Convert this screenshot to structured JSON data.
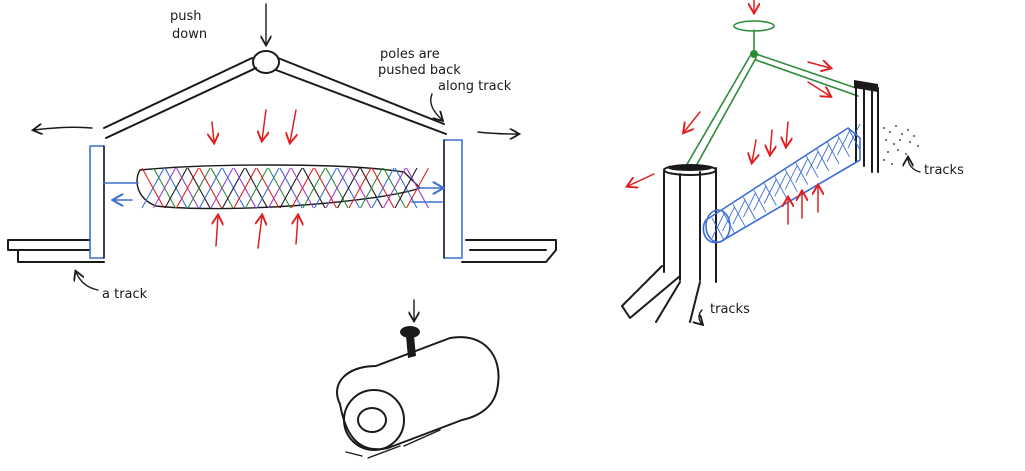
{
  "labels": {
    "push_down": [
      "push",
      "down"
    ],
    "poles_pushed": [
      "poles are",
      "pushed back",
      "along track"
    ],
    "a_track": "a track",
    "tracks_right": "tracks",
    "tracks_left": "tracks"
  },
  "colors": {
    "ink": "#1a1a1a",
    "pole_blue": "#3b6fd4",
    "arm_green": "#2e8b3a",
    "force_red": "#e02020",
    "mesh": [
      "#e02020",
      "#2e8b3a",
      "#3b6fd4",
      "#9b3fc9",
      "#1a1a1a"
    ]
  }
}
